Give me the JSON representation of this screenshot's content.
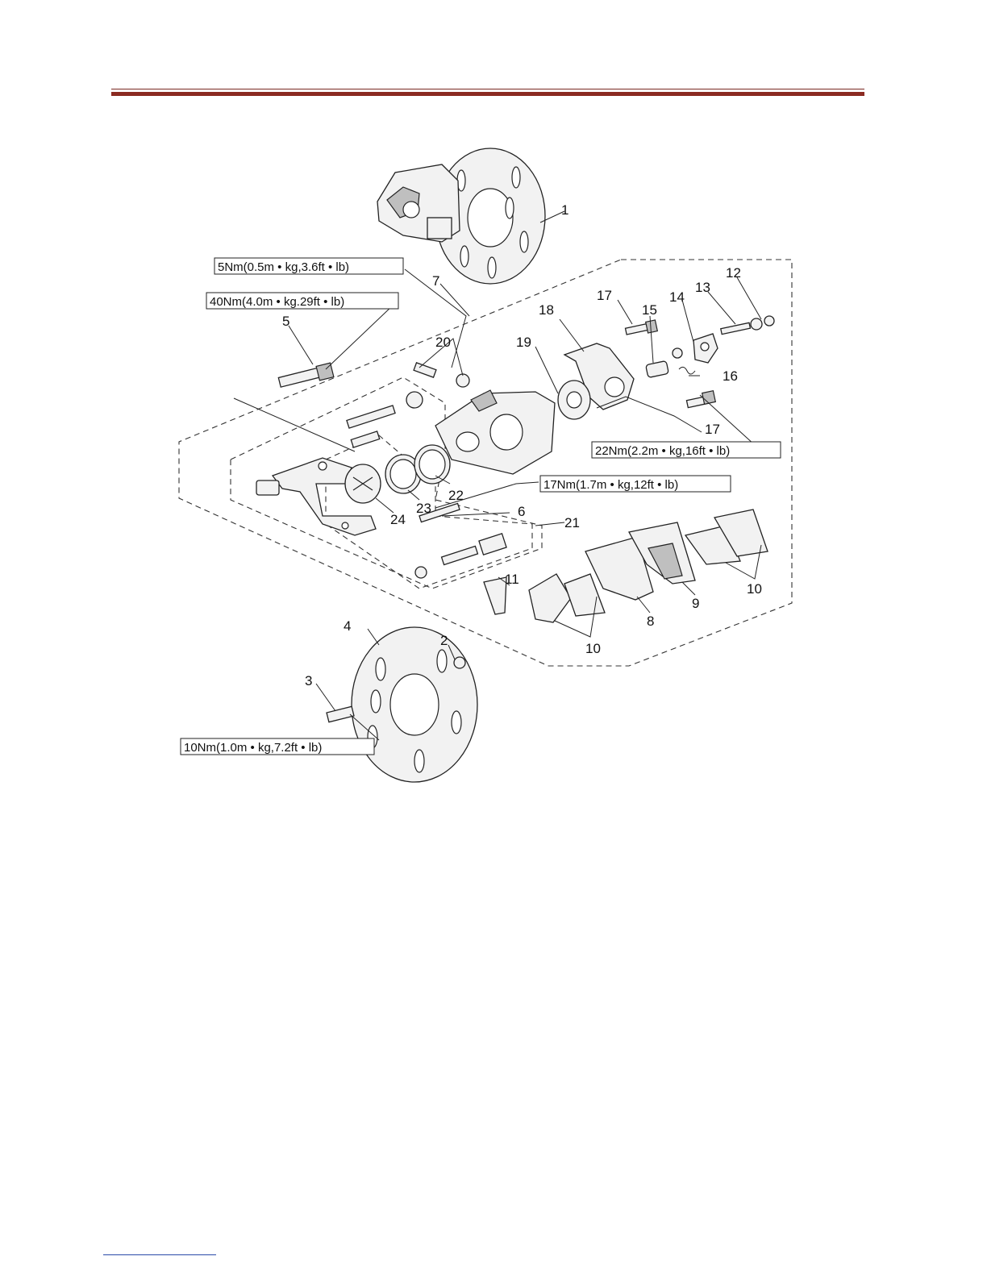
{
  "torque_specs": {
    "t5": "5Nm(0.5m • kg,3.6ft • lb)",
    "t40": "40Nm(4.0m • kg.29ft • lb)",
    "t22": "22Nm(2.2m • kg,16ft • lb)",
    "t17": "17Nm(1.7m • kg,12ft • lb)",
    "t10": "10Nm(1.0m • kg,7.2ft • lb)"
  },
  "callouts": {
    "c1": "1",
    "c2": "2",
    "c3": "3",
    "c4": "4",
    "c5": "5",
    "c6": "6",
    "c7": "7",
    "c8": "8",
    "c9": "9",
    "c10a": "10",
    "c10b": "10",
    "c11": "11",
    "c12": "12",
    "c13": "13",
    "c14": "14",
    "c15": "15",
    "c16": "16",
    "c17a": "17",
    "c17b": "17",
    "c18": "18",
    "c19": "19",
    "c20": "20",
    "c21": "21",
    "c22": "22",
    "c23": "23",
    "c24": "24"
  },
  "colors": {
    "header_rule": "#8b2b22",
    "footer_rule": "#2a4aa8"
  }
}
